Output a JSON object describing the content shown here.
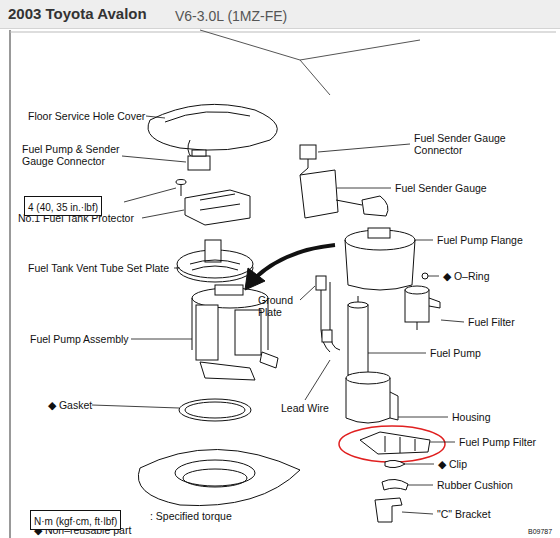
{
  "diagram": {
    "title": "2003 Toyota Avalon",
    "nodes": [
      {
        "text": [
          "4 (40, 35 in.·lbf)"
        ]
      },
      {
        "text": [
          "N·m (kgf·cm, ft·lbf)"
        ]
      }
    ],
    "edges": [],
    "labels": [
      "V6-3.0L (1MZ-FE)",
      "Floor Service Hole Cover",
      "Fuel Pump & Sender Gauge Connector",
      "No.1 Fuel Tank Protector",
      "Fuel Tank Vent Tube Set Plate",
      "Fuel Pump Assembly",
      "◆ Gasket",
      "Fuel Sender Gauge Connector",
      "Fuel Sender Gauge",
      "Fuel Pump Flange",
      "◆ O–Ring",
      "Fuel Filter",
      "Ground Plate",
      "Fuel Pump",
      "Lead Wire",
      "Housing",
      "Fuel Pump Filter",
      "◆ Clip",
      "Rubber Cushion",
      "\"C\" Bracket",
      ": Specified torque",
      "◆ Non–reusable part",
      "B09787"
    ]
  }
}
